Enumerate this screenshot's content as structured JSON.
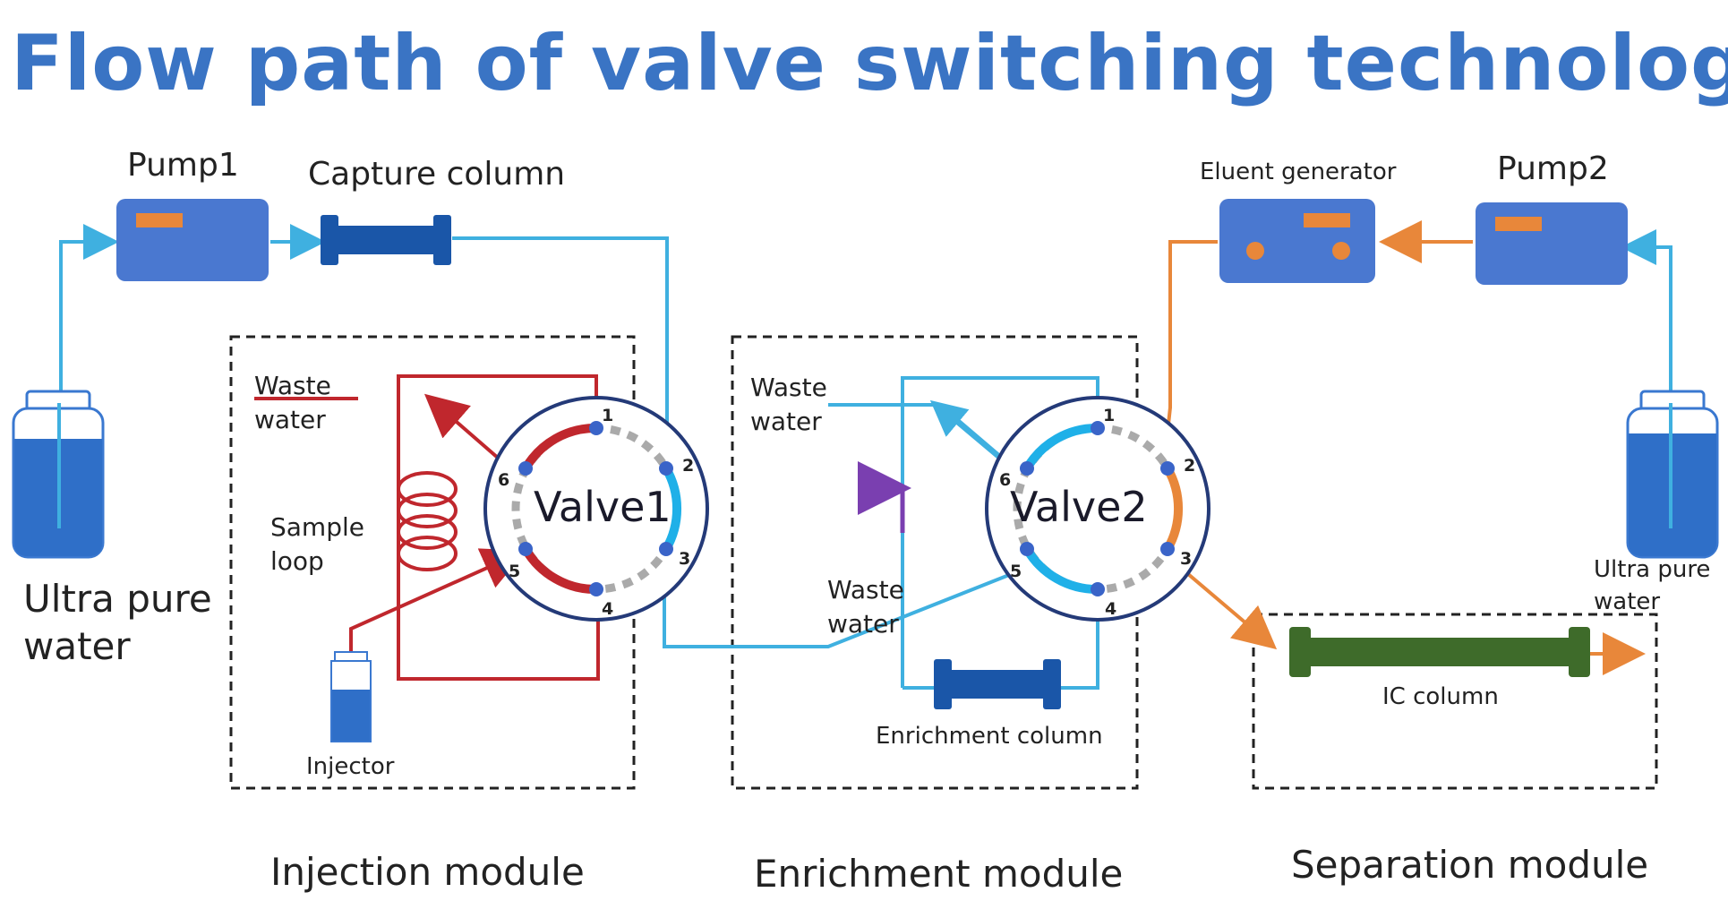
{
  "title": "Flow path of valve switching technology",
  "components": {
    "pump1": "Pump1",
    "capture_column": "Capture column",
    "eluent_generator": "Eluent generator",
    "pump2": "Pump2",
    "ultra_pure_water_left": [
      "Ultra pure",
      "water"
    ],
    "ultra_pure_water_right": [
      "Ultra pure",
      "water"
    ],
    "waste_water_1": [
      "Waste",
      "water"
    ],
    "waste_water_2": [
      "Waste",
      "water"
    ],
    "waste_water_3": [
      "Waste",
      "water"
    ],
    "sample_loop": [
      "Sample",
      "loop"
    ],
    "injector": "Injector",
    "valve1": "Valve1",
    "valve2": "Valve2",
    "enrichment_column": "Enrichment column",
    "ic_column": "IC column"
  },
  "ports": [
    "1",
    "2",
    "3",
    "4",
    "5",
    "6"
  ],
  "modules": {
    "injection": "Injection module",
    "enrichment": "Enrichment module",
    "separation": "Separation module"
  },
  "colors": {
    "title": "#3a74c4",
    "water_line": "#3fb0e0",
    "sample_line": "#c0272d",
    "eluent_line": "#e8873a",
    "device_blue": "#4a78d0",
    "column_navy": "#1a56a8",
    "ic_column_green": "#3e6b2a"
  }
}
